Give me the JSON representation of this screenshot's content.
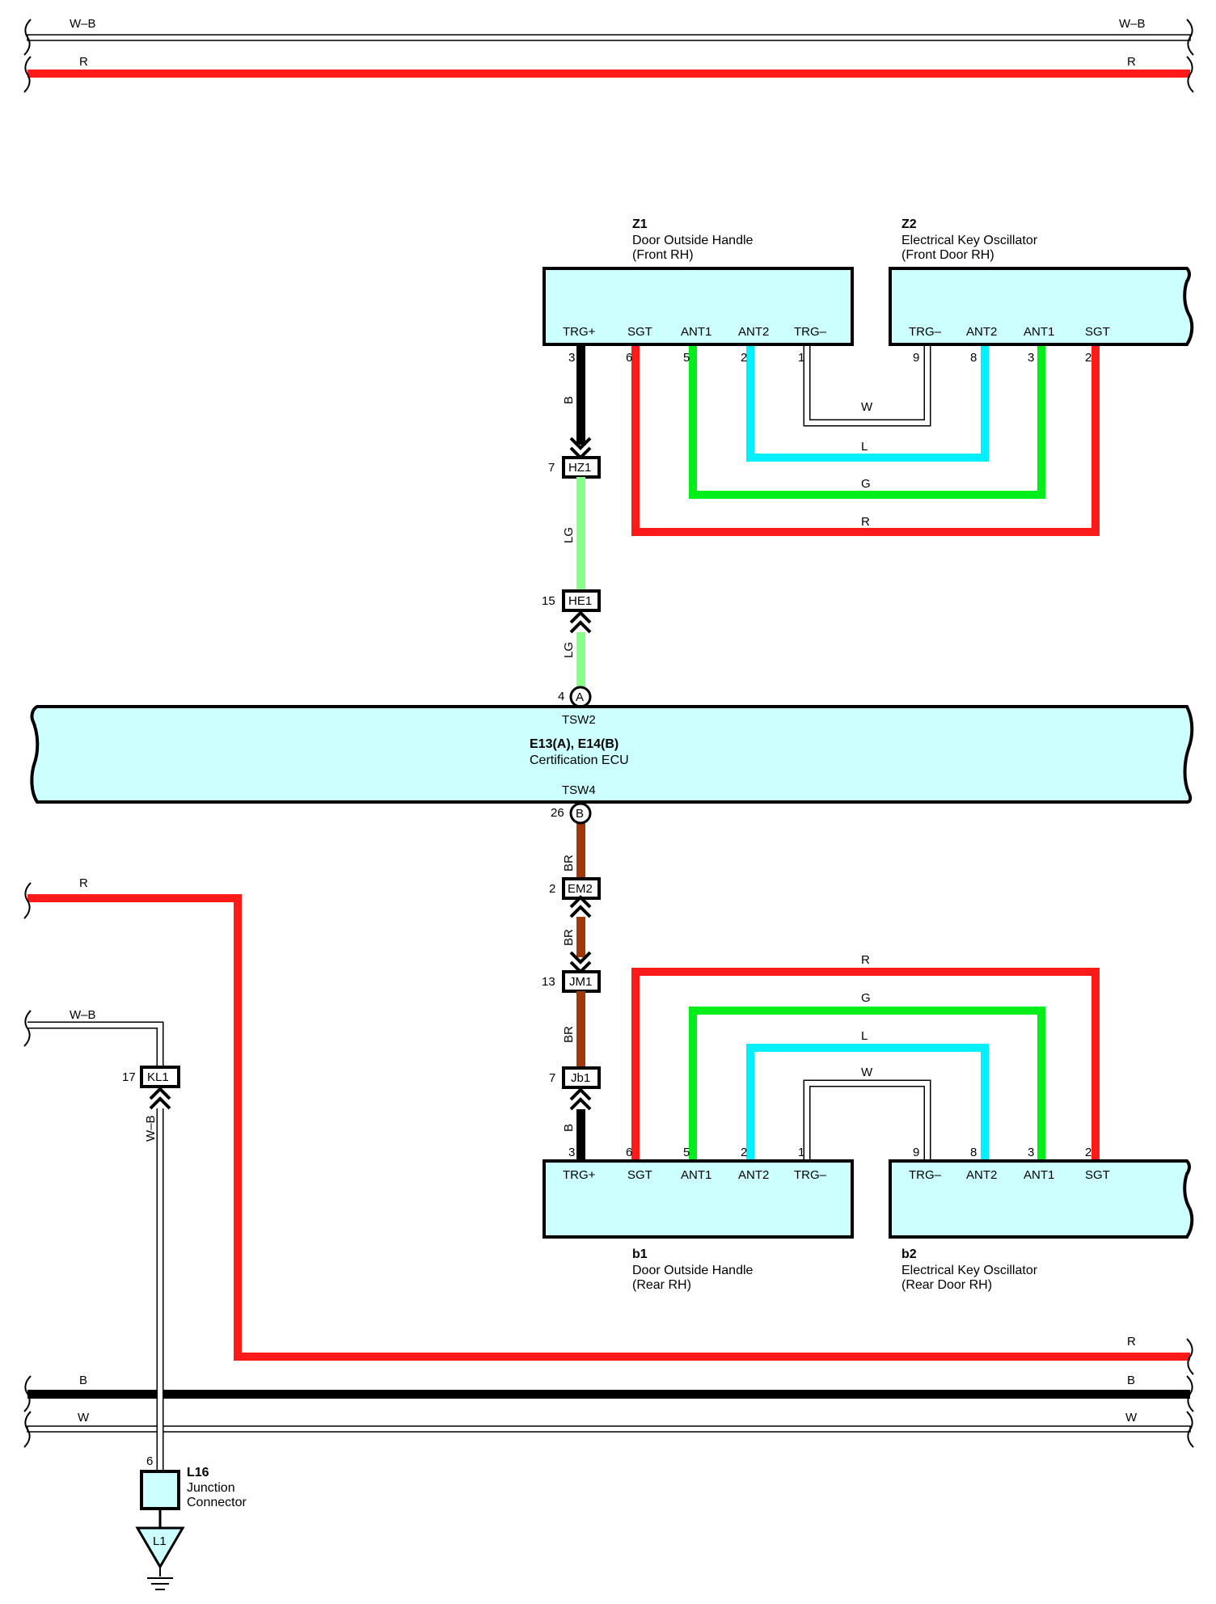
{
  "colors": {
    "red": "#ff1a1a",
    "black": "#000000",
    "green": "#00ee1a",
    "cyan": "#00f0ff",
    "light_green": "#88ff88",
    "brown": "#a0380a",
    "component_fill": "#ccffff"
  },
  "top_wires": {
    "wb_left": "W–B",
    "wb_right": "W–B",
    "r_left": "R",
    "r_right": "R"
  },
  "z1": {
    "code": "Z1",
    "name": "Door Outside Handle",
    "location": "(Front RH)",
    "pins": [
      {
        "label": "TRG+",
        "num": "3"
      },
      {
        "label": "SGT",
        "num": "6"
      },
      {
        "label": "ANT1",
        "num": "5"
      },
      {
        "label": "ANT2",
        "num": "2"
      },
      {
        "label": "TRG–",
        "num": "1"
      }
    ]
  },
  "z2": {
    "code": "Z2",
    "name": "Electrical Key Oscillator",
    "location": "(Front Door RH)",
    "pins": [
      {
        "label": "TRG–",
        "num": "9"
      },
      {
        "label": "ANT2",
        "num": "8"
      },
      {
        "label": "ANT1",
        "num": "3"
      },
      {
        "label": "SGT",
        "num": "2"
      }
    ]
  },
  "front_loops": {
    "w": "W",
    "l": "L",
    "g": "G",
    "r": "R"
  },
  "front_path": {
    "wire_b": "B",
    "hz1": {
      "name": "HZ1",
      "pin": "7"
    },
    "wire_lg1": "LG",
    "he1": {
      "name": "HE1",
      "pin": "15"
    },
    "wire_lg2": "LG",
    "ecu_pin_a": {
      "letter": "A",
      "num": "4"
    }
  },
  "ecu": {
    "code": "E13(A), E14(B)",
    "name": "Certification ECU",
    "tsw2": "TSW2",
    "tsw4": "TSW4"
  },
  "rear_path": {
    "ecu_pin_b": {
      "letter": "B",
      "num": "26"
    },
    "wire_br1": "BR",
    "em2": {
      "name": "EM2",
      "pin": "2"
    },
    "wire_br2": "BR",
    "jm1": {
      "name": "JM1",
      "pin": "13"
    },
    "wire_br3": "BR",
    "jb1": {
      "name": "Jb1",
      "pin": "7"
    },
    "wire_b": "B"
  },
  "rear_loops": {
    "r": "R",
    "g": "G",
    "l": "L",
    "w": "W"
  },
  "b1": {
    "code": "b1",
    "name": "Door Outside Handle",
    "location": "(Rear RH)",
    "pins": [
      {
        "label": "TRG+",
        "num": "3"
      },
      {
        "label": "SGT",
        "num": "6"
      },
      {
        "label": "ANT1",
        "num": "5"
      },
      {
        "label": "ANT2",
        "num": "2"
      },
      {
        "label": "TRG–",
        "num": "1"
      }
    ]
  },
  "b2": {
    "code": "b2",
    "name": "Electrical Key Oscillator",
    "location": "(Rear Door RH)",
    "pins": [
      {
        "label": "TRG–",
        "num": "9"
      },
      {
        "label": "ANT2",
        "num": "8"
      },
      {
        "label": "ANT1",
        "num": "3"
      },
      {
        "label": "SGT",
        "num": "2"
      }
    ]
  },
  "left_wires": {
    "r_left": "R",
    "wb_left": "W–B",
    "kl1": {
      "name": "KL1",
      "pin": "17"
    },
    "wb_vertical": "W–B"
  },
  "bottom_wires": {
    "r_right": "R",
    "b_left": "B",
    "b_right": "B",
    "w_left": "W",
    "w_right": "W"
  },
  "l16": {
    "code": "L16",
    "name": "Junction",
    "name2": "Connector",
    "pin": "6"
  },
  "ground": {
    "name": "L1"
  }
}
